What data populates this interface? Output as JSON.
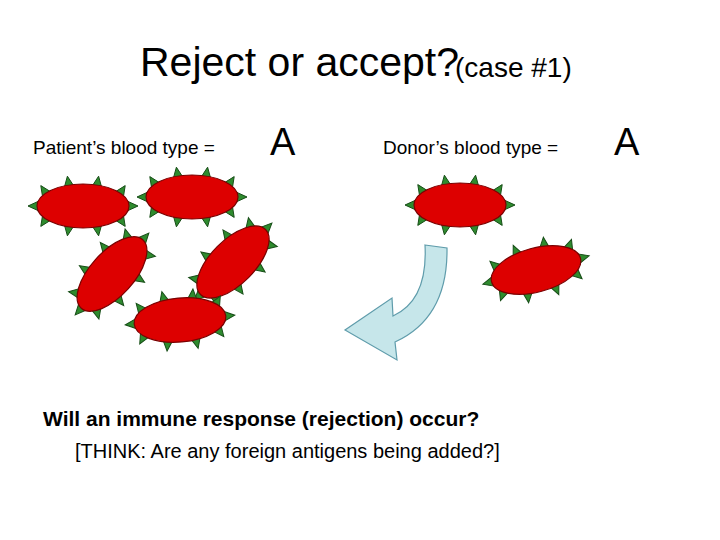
{
  "diagram": {
    "title": "Reject or accept?",
    "labels": [
      "(case #1)",
      "Patient’s blood type =",
      "A",
      "Donor’s blood type =",
      "A",
      "Will an immune response (rejection) occur?",
      "[THINK: Are any foreign antigens being added?]"
    ]
  }
}
